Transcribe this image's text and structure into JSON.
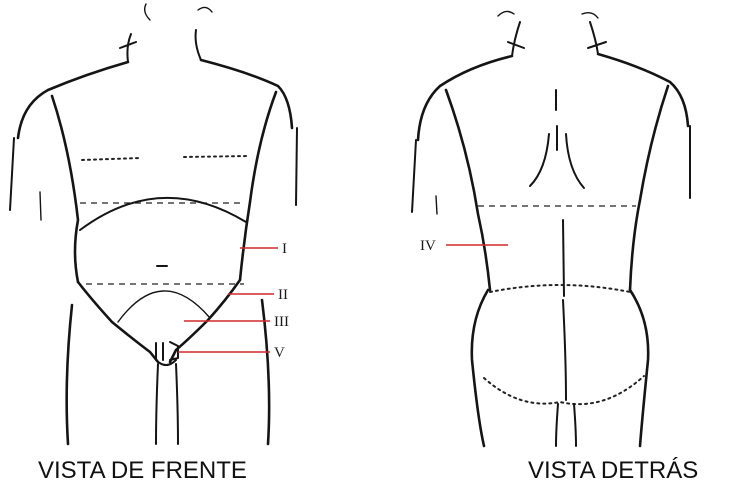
{
  "front_view": {
    "caption": "VISTA DE FRENTE",
    "labels": {
      "region_1": "I",
      "region_2": "II",
      "region_3": "III",
      "region_5": "V"
    }
  },
  "back_view": {
    "caption": "VISTA DETRÁS",
    "labels": {
      "region_4": "IV"
    }
  },
  "colors": {
    "outline": "#151515",
    "leader_line": "#d02828"
  }
}
